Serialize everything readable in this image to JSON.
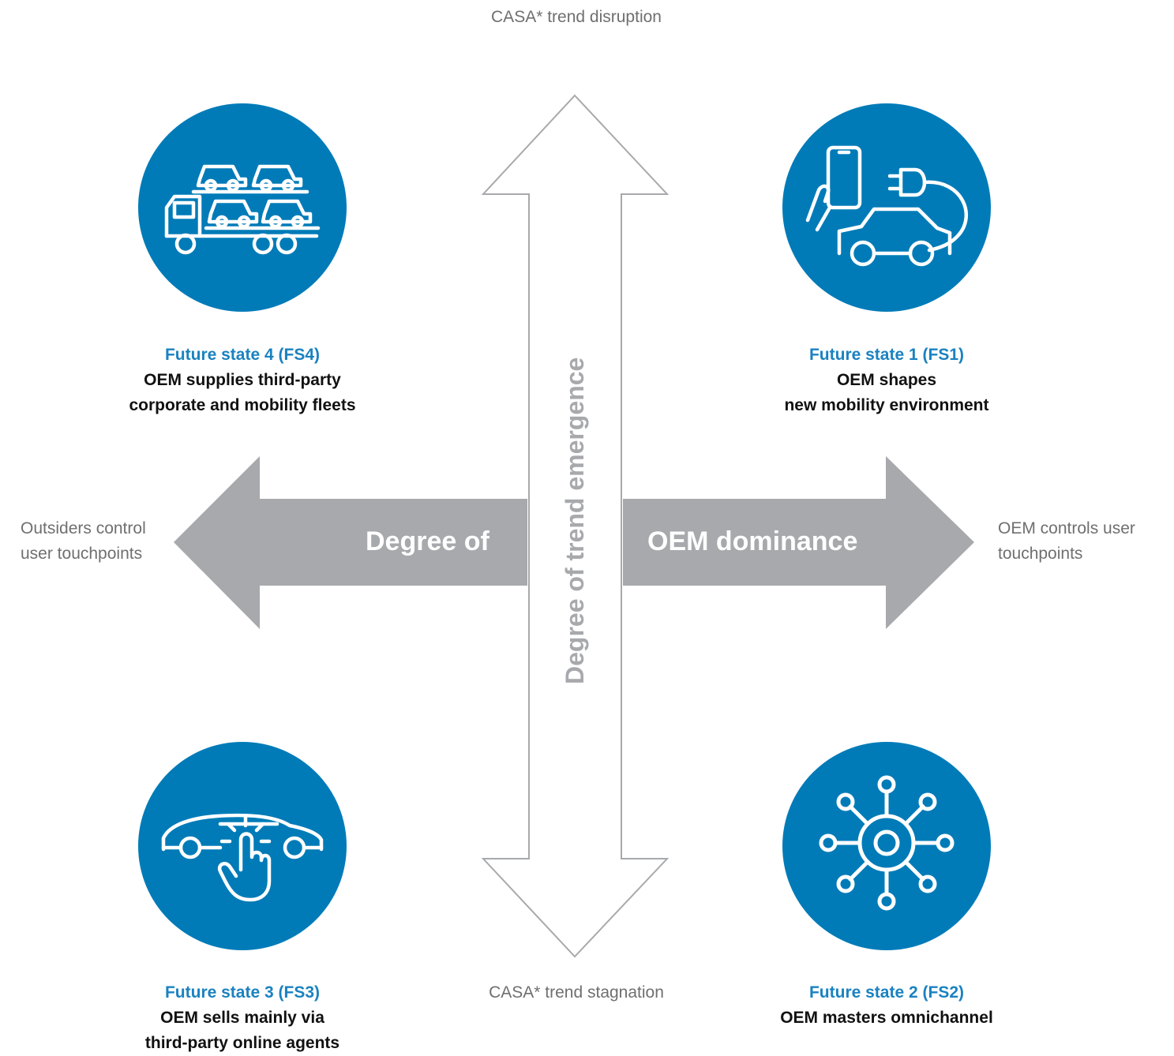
{
  "axis": {
    "top": "CASA* trend disruption",
    "bottom": "CASA* trend stagnation",
    "left_line1": "Outsiders control",
    "left_line2": "user touchpoints",
    "right_line1": "OEM controls user",
    "right_line2": "touchpoints",
    "horizontal_left_word": "Degree of",
    "horizontal_right_word": "OEM dominance",
    "vertical_word": "Degree of trend emergence"
  },
  "states": {
    "fs4": {
      "title": "Future state 4 (FS4)",
      "line1": "OEM supplies third-party",
      "line2": "corporate and mobility fleets",
      "icon": "car-transporter-icon"
    },
    "fs1": {
      "title": "Future state 1 (FS1)",
      "line1": "OEM shapes",
      "line2": "new mobility environment",
      "icon": "ev-charging-phone-icon"
    },
    "fs3": {
      "title": "Future state 3 (FS3)",
      "line1": "OEM sells mainly via",
      "line2": "third-party online agents",
      "icon": "car-click-icon"
    },
    "fs2": {
      "title": "Future state 2 (FS2)",
      "line1": "OEM masters omnichannel",
      "icon": "network-hub-icon"
    }
  },
  "colors": {
    "circle": "#007bb8",
    "title_blue": "#1a82c0",
    "arrow_gray": "#a7a9ac",
    "outline_gray": "#a7a9ac",
    "text_gray": "#6f6f6f"
  }
}
